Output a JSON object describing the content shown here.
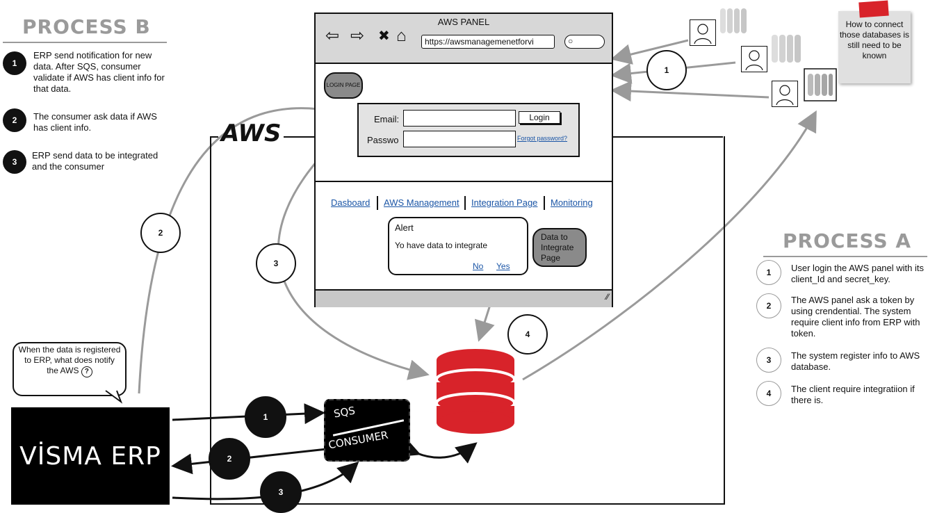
{
  "process_b": {
    "title": "PROCESS B",
    "steps": [
      {
        "num": "1",
        "text": "ERP send notification for new data. After SQS, consumer validate if AWS has client info for that data."
      },
      {
        "num": "2",
        "text": "The consumer ask data if AWS has client info."
      },
      {
        "num": "3",
        "text": "ERP send data to be integrated and the consumer"
      }
    ]
  },
  "process_a": {
    "title": "PROCESS A",
    "steps": [
      {
        "num": "1",
        "text": "User login the AWS panel with its client_Id and secret_key."
      },
      {
        "num": "2",
        "text": "The AWS panel ask a token by using crendential. The system require client info from ERP with token."
      },
      {
        "num": "3",
        "text": "The system register info to AWS database."
      },
      {
        "num": "4",
        "text": "The client require integratiion if there is."
      }
    ]
  },
  "aws": {
    "label": "AWS"
  },
  "browser": {
    "title": "AWS PANEL",
    "url": "https://awsmanagemenetforvi",
    "back_glyph": "⇦",
    "forward_glyph": "⇨",
    "close_glyph": "✖",
    "home_glyph": "⌂",
    "login_page_label": "LOGIN PAGE",
    "email_label": "Email:",
    "password_label": "Passwo",
    "login_button": "Login",
    "forgot_link": "Forgot password?",
    "nav": [
      "Dasboard",
      "AWS Management",
      "Integration Page",
      "Monitoring"
    ],
    "alert": {
      "title": "Alert",
      "message": "Yo have data to integrate",
      "no": "No",
      "yes": "Yes"
    },
    "data_button": "Data to Integrate Page"
  },
  "diagram_numbers": {
    "users_arrow": "1",
    "erp_to_login": "2",
    "login_to_db": "3",
    "yes_to_db": "4",
    "visma_to_sqs": "1",
    "sqs_to_visma": "2",
    "visma_to_sqs_data": "3"
  },
  "note": {
    "text": "How to connect those databases is still need to be known"
  },
  "visma": {
    "label": "VİSMA ERP"
  },
  "sqs": {
    "top": "SQS",
    "bottom": "CONSUMER"
  },
  "bubble": {
    "text": "When the data is registered to ERP, what does notify the AWS"
  },
  "colors": {
    "db_red": "#d8232a",
    "link_blue": "#1a55a6",
    "heading_gray": "#9a9a9a"
  }
}
